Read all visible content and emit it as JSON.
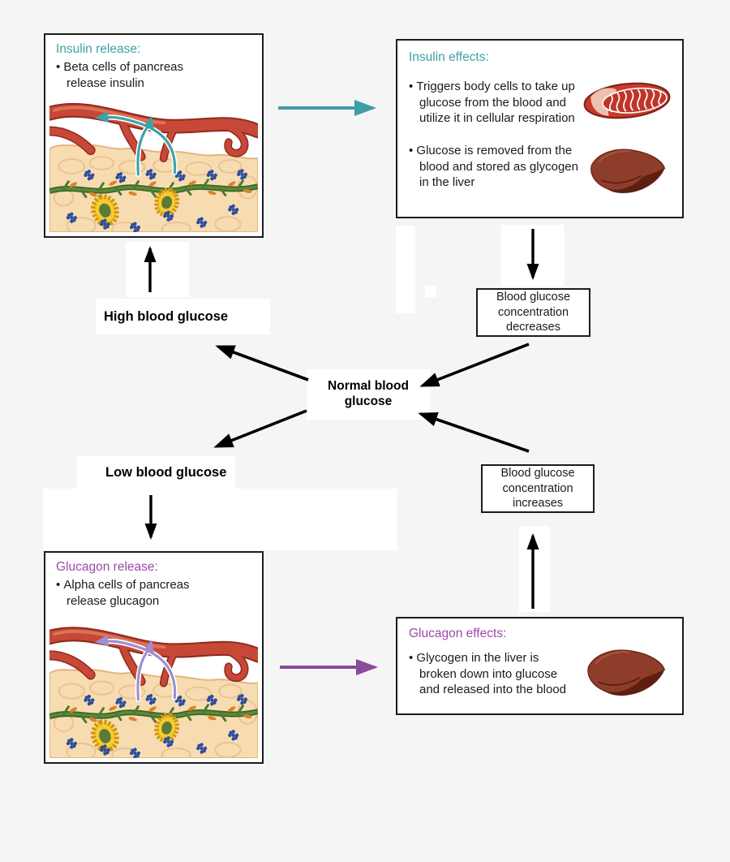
{
  "palette": {
    "background": "#f5f5f6",
    "insulin_accent": "#3fa0a5",
    "glucagon_accent": "#9c4aa8",
    "arrow_black": "#000000",
    "box_border": "#1c1c1c"
  },
  "boxes": {
    "insulin_release": {
      "title": "Insulin release:",
      "bullet": "Beta cells of pancreas\nrelease insulin"
    },
    "insulin_effects": {
      "title": "Insulin effects:",
      "bullet1": "Triggers body cells to take up\nglucose from the blood and\nutilize it in cellular respiration",
      "bullet2": "Glucose is removed from the\nblood and stored as glycogen\nin the liver"
    },
    "glucagon_release": {
      "title": "Glucagon release:",
      "bullet": "Alpha cells of pancreas\nrelease glucagon"
    },
    "glucagon_effects": {
      "title": "Glucagon effects:",
      "bullet": "Glycogen in the liver is\nbroken down into glucose\nand released into the blood"
    }
  },
  "nodes": {
    "decreases": "Blood glucose\nconcentration\ndecreases",
    "increases": "Blood glucose\nconcentration\nincreases",
    "high": "High blood glucose",
    "normal": "Normal blood\nglucose",
    "low": "Low blood glucose"
  },
  "icons": {
    "pancreas": "pancreas-tissue-illustration",
    "mitochondrion": "body-cell-mitochondrion-illustration",
    "liver": "liver-illustration"
  }
}
